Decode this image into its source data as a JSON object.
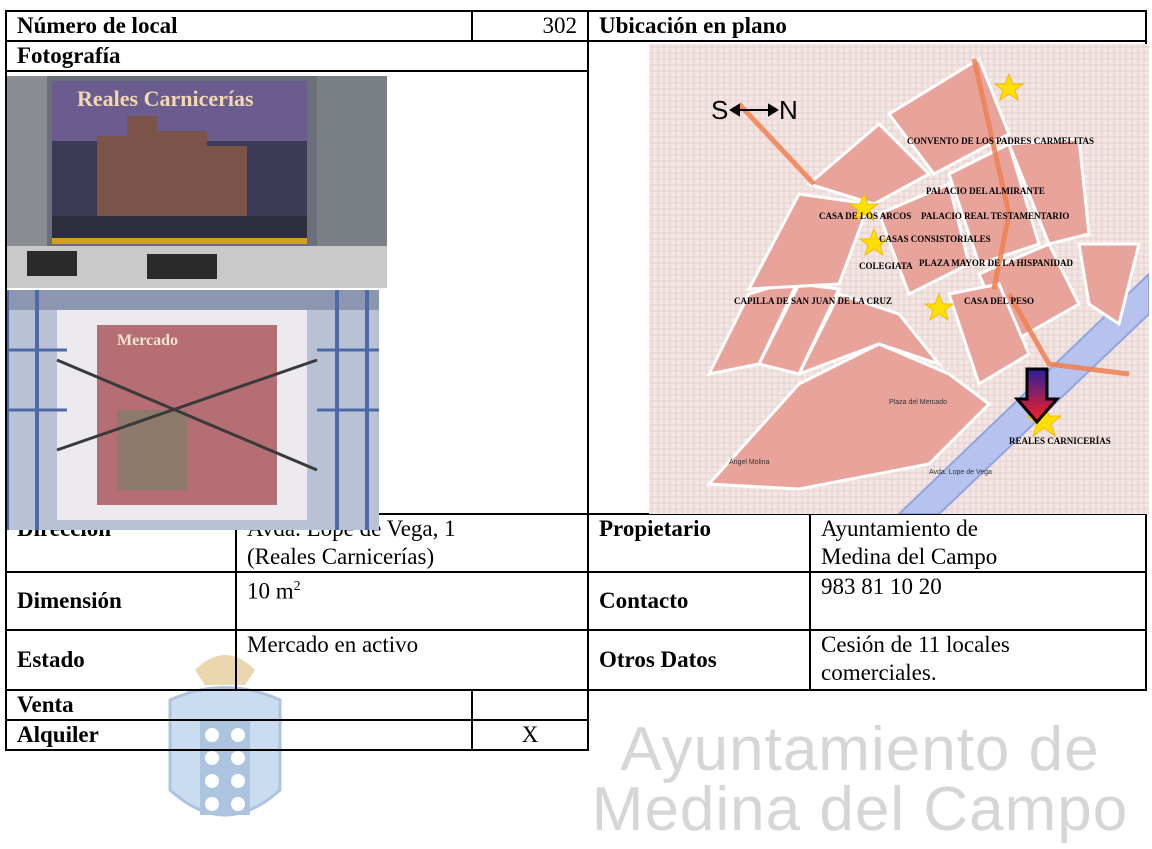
{
  "header": {
    "numero_label": "Número de local",
    "numero_value": "302",
    "ubicacion_label": "Ubicación en plano",
    "fotografia_label": "Fotografía"
  },
  "photos": {
    "photo1_text": "Reales Carnicerías",
    "photo2_text": "Mercado"
  },
  "map": {
    "compass_s": "S",
    "compass_n": "N",
    "labels": [
      "CONVENTO DE LOS PADRES CARMELITAS",
      "PALACIO DEL ALMIRANTE",
      "PALACIO REAL TESTAMENTARIO",
      "CASA DE LOS ARCOS",
      "CASAS CONSISTORIALES",
      "COLEGIATA",
      "PLAZA MAYOR DE LA HISPANIDAD",
      "CASA DEL PESO",
      "CAPILLA DE SAN JUAN DE LA CRUZ",
      "REALES CARNICERÍAS",
      "Plaza del Mercado",
      "Avda. Lope de Vega",
      "Ángel Molina"
    ]
  },
  "details": {
    "direccion_label": "Dirección",
    "direccion_line1": "Avda. Lope de Vega, 1",
    "direccion_line2": "(Reales Carnicerías)",
    "propietario_label": "Propietario",
    "propietario_line1": "Ayuntamiento de",
    "propietario_line2": "Medina del Campo",
    "dimension_label": "Dimensión",
    "dimension_value": "10 m",
    "dimension_sup": "2",
    "contacto_label": "Contacto",
    "contacto_value": "983 81 10 20",
    "estado_label": "Estado",
    "estado_value": "Mercado en activo",
    "otros_label": "Otros Datos",
    "otros_line1": "Cesión de 11 locales",
    "otros_line2": "comerciales.",
    "venta_label": "Venta",
    "venta_value": "",
    "alquiler_label": "Alquiler",
    "alquiler_value": "X"
  },
  "watermark": {
    "line1": "Ayuntamiento de",
    "line2": "Medina del Campo"
  },
  "colors": {
    "map_block": "#e8a49b",
    "map_outline": "#c56f66",
    "river": "#8fa4e0",
    "star": "#ffe000",
    "marker_top": "#2b1f9a",
    "marker_bottom": "#ff1f1f"
  }
}
